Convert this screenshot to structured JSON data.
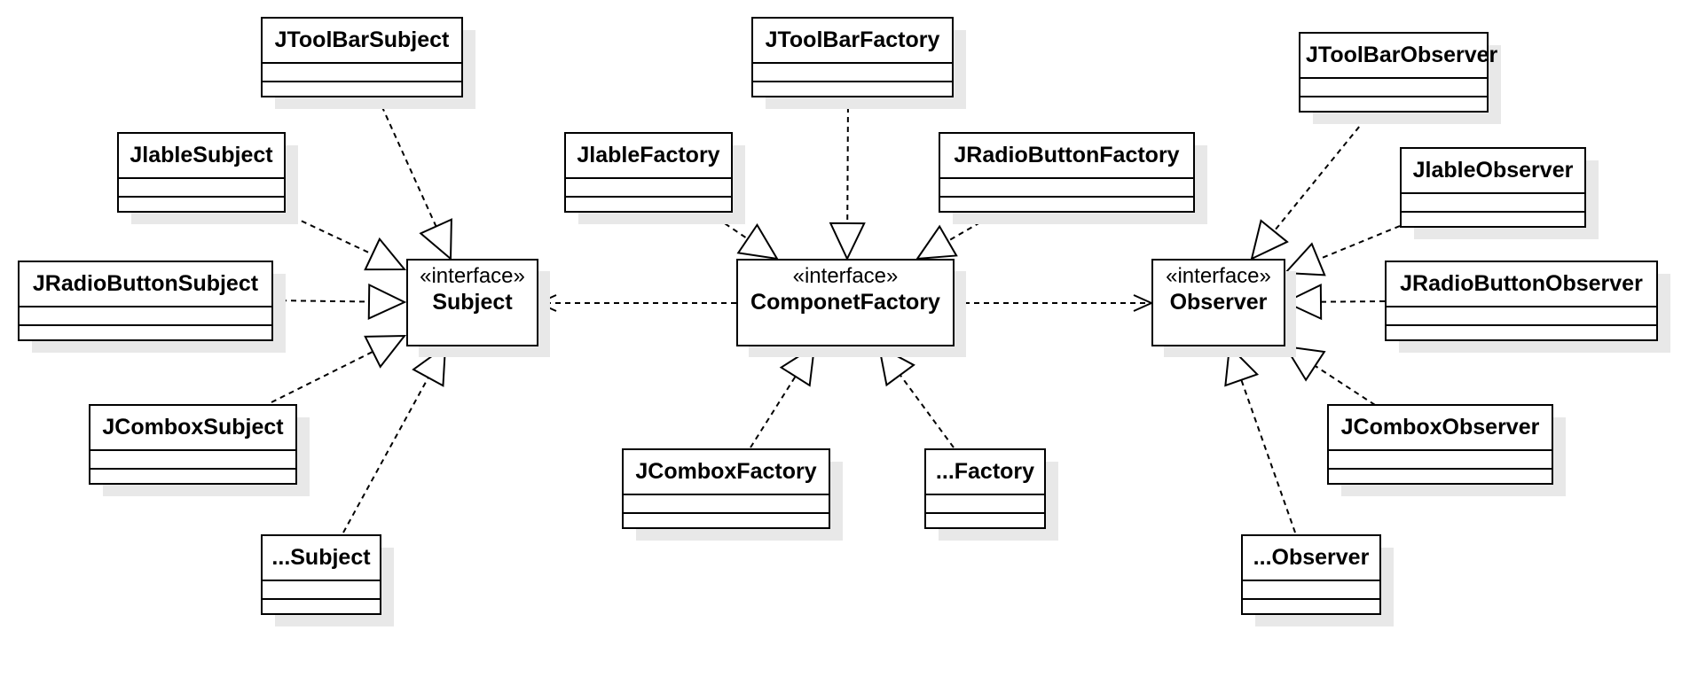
{
  "stereotype": "«interface»",
  "interfaces": {
    "subject": "Subject",
    "factory": "ComponetFactory",
    "observer": "Observer"
  },
  "subject_classes": [
    "JToolBarSubject",
    "JlableSubject",
    "JRadioButtonSubject",
    "JComboxSubject",
    "...Subject"
  ],
  "factory_classes": [
    "JToolBarFactory",
    "JlableFactory",
    "JRadioButtonFactory",
    "JComboxFactory",
    "...Factory"
  ],
  "observer_classes": [
    "JToolBarObserver",
    "JlableObserver",
    "JRadioButtonObserver",
    "JComboxObserver",
    "...Observer"
  ],
  "relations": {
    "realization": "dashed line, hollow triangle arrowhead",
    "dependency": "dashed line, open arrowhead"
  }
}
